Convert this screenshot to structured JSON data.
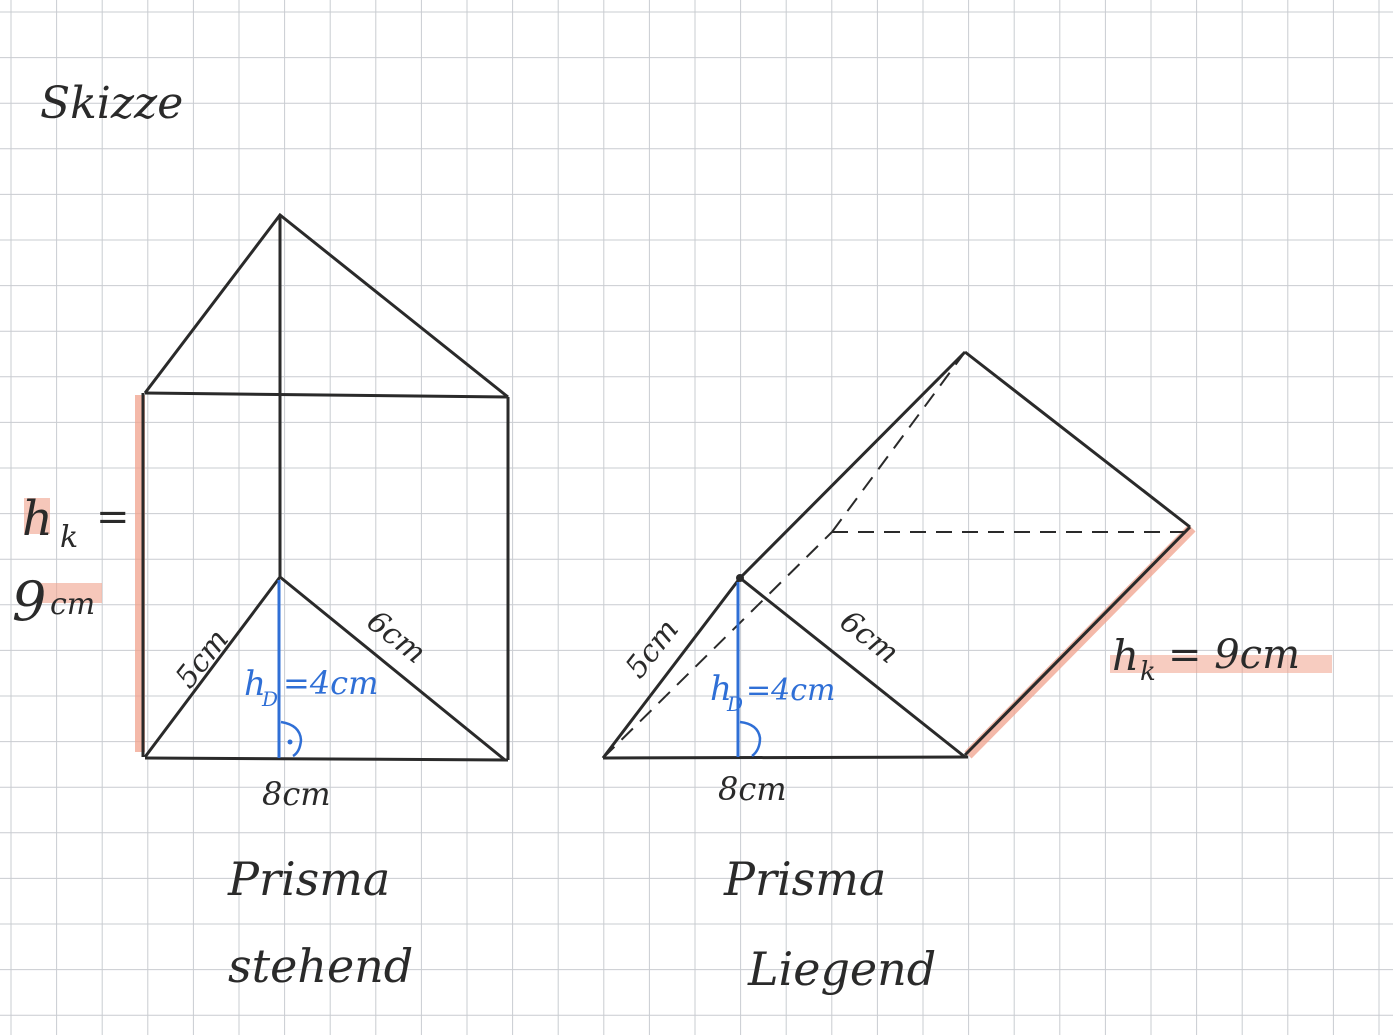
{
  "title": "Skizze",
  "colors": {
    "grid": "#c9ccd1",
    "ink": "#2a2a2a",
    "blue": "#2f6fd6",
    "highlight": "#f0a28c"
  },
  "left": {
    "height_label_line1": "h",
    "height_label_sub1": "k",
    "height_label_eq": "=",
    "height_label_line2": "9",
    "height_label_unit": "cm",
    "side_a": "5cm",
    "side_b": "6cm",
    "base": "8cm",
    "h_symbol": "h",
    "h_sub": "D",
    "h_value": "=4cm",
    "right_angle": "·",
    "caption_line1": "Prisma",
    "caption_line2": "stehend"
  },
  "right": {
    "side_a": "5cm",
    "side_b": "6cm",
    "base": "8cm",
    "h_symbol": "h",
    "h_sub": "D",
    "h_value": "=4cm",
    "right_angle": "·",
    "height_label": "h",
    "height_sub": "k",
    "height_value": "= 9cm",
    "caption_line1": "Prisma",
    "caption_line2": "Liegend"
  }
}
